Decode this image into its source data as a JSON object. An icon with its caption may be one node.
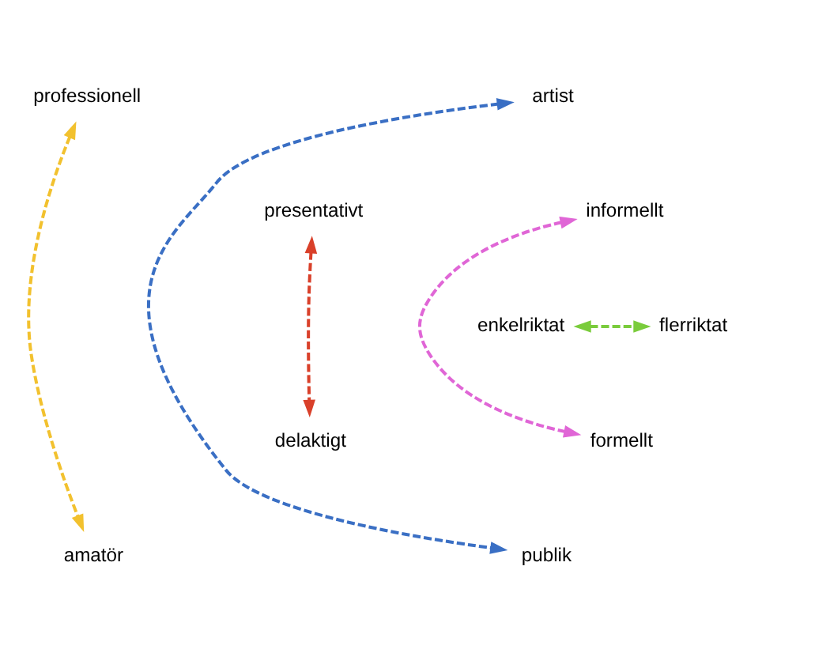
{
  "diagram": {
    "nodes": [
      {
        "text": [
          "professionell"
        ]
      },
      {
        "text": [
          "artist"
        ]
      },
      {
        "text": [
          "presentativt"
        ]
      },
      {
        "text": [
          "informellt"
        ]
      },
      {
        "text": [
          "enkelriktat"
        ]
      },
      {
        "text": [
          "flerriktat"
        ]
      },
      {
        "text": [
          "formellt"
        ]
      },
      {
        "text": [
          "delaktigt"
        ]
      },
      {
        "text": [
          "publik"
        ]
      },
      {
        "text": [
          "amatör"
        ]
      }
    ],
    "edges": [
      {
        "from": 0,
        "to": 9,
        "arrow": "both",
        "style": "dashed",
        "color": "#f2c12e"
      },
      {
        "from": 1,
        "to": 8,
        "arrow": "both",
        "style": "dashed",
        "color": "#3a6fc4"
      },
      {
        "from": 2,
        "to": 7,
        "arrow": "both",
        "style": "dashed",
        "color": "#d9402a"
      },
      {
        "from": 3,
        "to": 6,
        "arrow": "both",
        "style": "dashed",
        "color": "#e066d6"
      },
      {
        "from": 4,
        "to": 5,
        "arrow": "both",
        "style": "dashed",
        "color": "#7acc3c"
      }
    ]
  }
}
